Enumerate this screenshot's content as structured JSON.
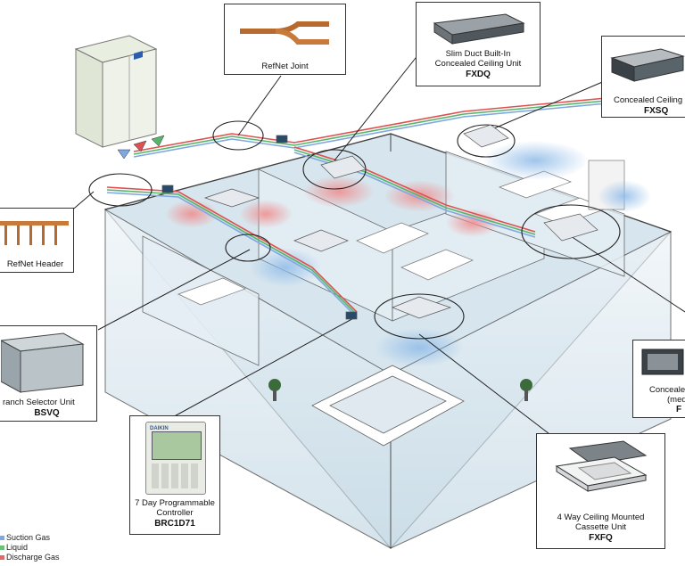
{
  "diagram": {
    "callouts": {
      "refnet_joint": {
        "label": "RefNet Joint"
      },
      "refnet_header": {
        "label": "RefNet Header"
      },
      "slim_duct": {
        "line1": "Slim Duct Built-In",
        "line2": "Concealed Ceiling Unit",
        "code": "FXDQ"
      },
      "concealed_fxsq": {
        "line1": "Concealed Ceiling",
        "code": "FXSQ"
      },
      "branch_selector": {
        "line1": "ranch Selector Unit",
        "code": "BSVQ"
      },
      "controller": {
        "line1": "7 Day Programmable",
        "line2": "Controller",
        "code": "BRC1D71"
      },
      "concealed_med": {
        "line1": "Conceale",
        "line2": "(med",
        "code": "F"
      },
      "cassette": {
        "line1": "4 Way Ceiling Mounted",
        "line2": "Cassette Unit",
        "code": "FXFQ"
      }
    },
    "controller_screen": {
      "logo": "DAIKIN"
    },
    "legend": [
      {
        "label": "Suction Gas",
        "color": "#7fa8e0"
      },
      {
        "label": "Liquid",
        "color": "#6cc07a"
      },
      {
        "label": "Discharge Gas",
        "color": "#e06a6a"
      }
    ],
    "colors": {
      "suction": "#7fa8e0",
      "liquid": "#55b56a",
      "discharge": "#e05050",
      "floor": "#cfe0ea",
      "wall": "#e6f0f5",
      "outline": "#333333"
    }
  }
}
